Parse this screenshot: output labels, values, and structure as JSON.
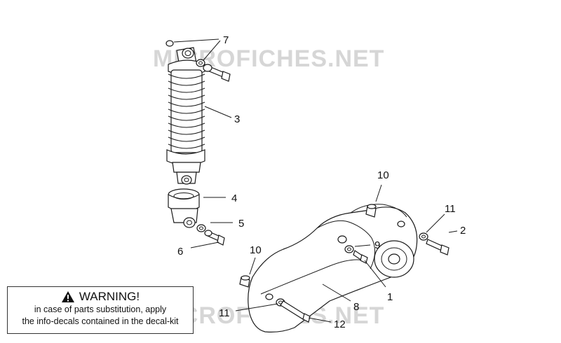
{
  "watermark": {
    "text": "MICROFICHES.NET"
  },
  "callouts": [
    {
      "id": "7",
      "label": "7"
    },
    {
      "id": "3",
      "label": "3"
    },
    {
      "id": "4",
      "label": "4"
    },
    {
      "id": "5",
      "label": "5"
    },
    {
      "id": "6",
      "label": "6"
    },
    {
      "id": "10a",
      "label": "10"
    },
    {
      "id": "10b",
      "label": "10"
    },
    {
      "id": "11a",
      "label": "11"
    },
    {
      "id": "11b",
      "label": "11"
    },
    {
      "id": "2",
      "label": "2"
    },
    {
      "id": "9",
      "label": "9"
    },
    {
      "id": "1",
      "label": "1"
    },
    {
      "id": "8",
      "label": "8"
    },
    {
      "id": "12",
      "label": "12"
    }
  ],
  "warning": {
    "title": "WARNING!",
    "line1": "in case of parts substitution, apply",
    "line2": "the info-decals contained in the decal-kit",
    "icon": "warning-triangle-icon"
  }
}
